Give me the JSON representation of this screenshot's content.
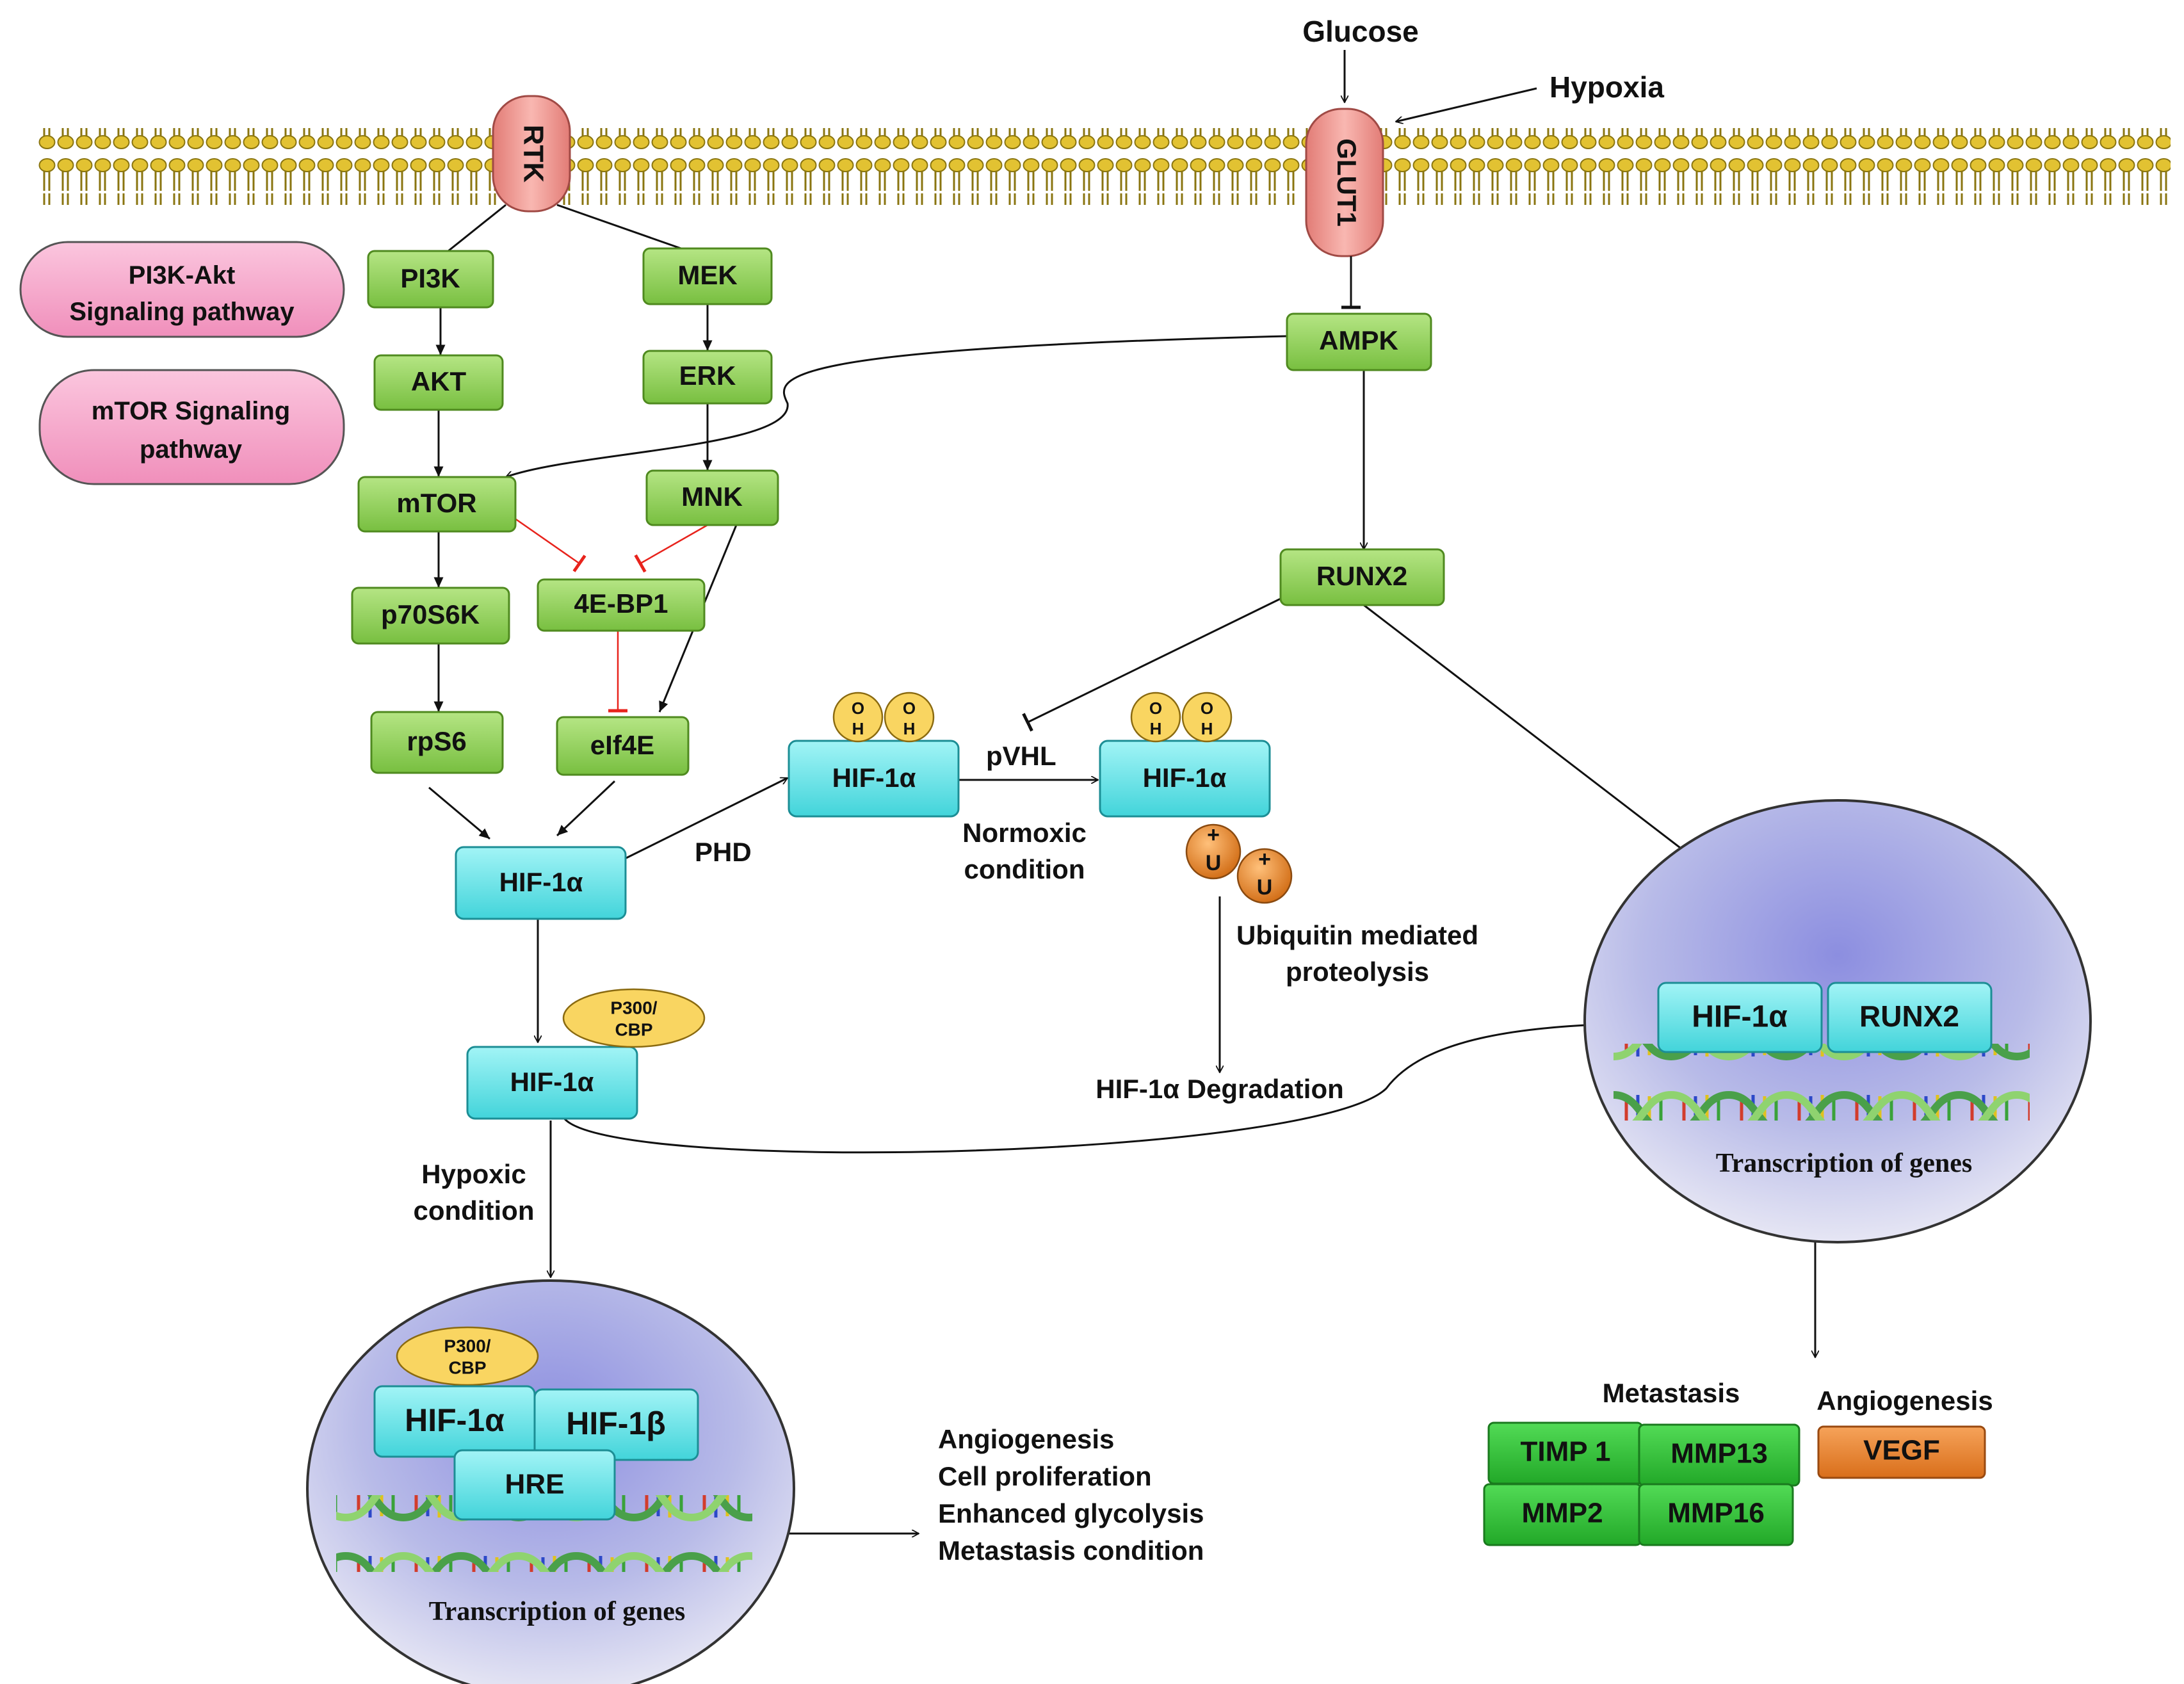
{
  "colors": {
    "green": "#8fd05a",
    "green_dark": "#4f8a1f",
    "cyan": "#66e6ea",
    "cyan_dark": "#1c8e95",
    "pink": "#f7a6c9",
    "receptor": "#f4a49f",
    "yellow": "#f9d561",
    "orange": "#e8832c",
    "bright_green": "#35c23a",
    "inhibit_red": "#e8231c",
    "membrane": "#d9b81e"
  },
  "membrane": {
    "receptor_rtk": "RTK",
    "receptor_glut1": "GLUT1",
    "glucose": "Glucose",
    "hypoxia": "Hypoxia"
  },
  "legend": {
    "pi3k_akt": [
      "PI3K-Akt",
      "Signaling pathway"
    ],
    "mtor": [
      "mTOR Signaling",
      "pathway"
    ]
  },
  "nodes": {
    "pi3k": "PI3K",
    "akt": "AKT",
    "mtor": "mTOR",
    "p70s6k": "p70S6K",
    "rps6": "rpS6",
    "mek": "MEK",
    "erk": "ERK",
    "mnk": "MNK",
    "ebp1": "4E-BP1",
    "eif4e": "eIf4E",
    "ampk": "AMPK",
    "runx2": "RUNX2",
    "hif_main": "HIF-1α",
    "hif_oh": "HIF-1α",
    "hif_vhl": "HIF-1α",
    "hif_p300": "HIF-1α"
  },
  "labels": {
    "phd": "PHD",
    "pvhl": "pVHL",
    "normoxic": [
      "Normoxic",
      "condition"
    ],
    "ubiquitin": [
      "Ubiquitin mediated",
      "proteolysis"
    ],
    "degradation": "HIF-1α Degradation",
    "hypoxic": [
      "Hypoxic",
      "condition"
    ],
    "oh": [
      "O",
      "H"
    ],
    "ub_plus": "+",
    "ub_u": "U",
    "p300": [
      "P300/",
      "CBP"
    ]
  },
  "nucleus_left": {
    "p300": [
      "P300/",
      "CBP"
    ],
    "hif_a": "HIF-1α",
    "hif_b": "HIF-1β",
    "hre": "HRE",
    "caption": "Transcription of genes"
  },
  "outcomes": [
    "Angiogenesis",
    "Cell proliferation",
    "Enhanced glycolysis",
    "Metastasis condition"
  ],
  "nucleus_right": {
    "hif_a": "HIF-1α",
    "runx2": "RUNX2",
    "caption": "Transcription of genes"
  },
  "targets": {
    "metastasis": "Metastasis",
    "angiogenesis": "Angiogenesis",
    "timp1": "TIMP 1",
    "mmp13": "MMP13",
    "mmp2": "MMP2",
    "mmp16": "MMP16",
    "vegf": "VEGF"
  }
}
